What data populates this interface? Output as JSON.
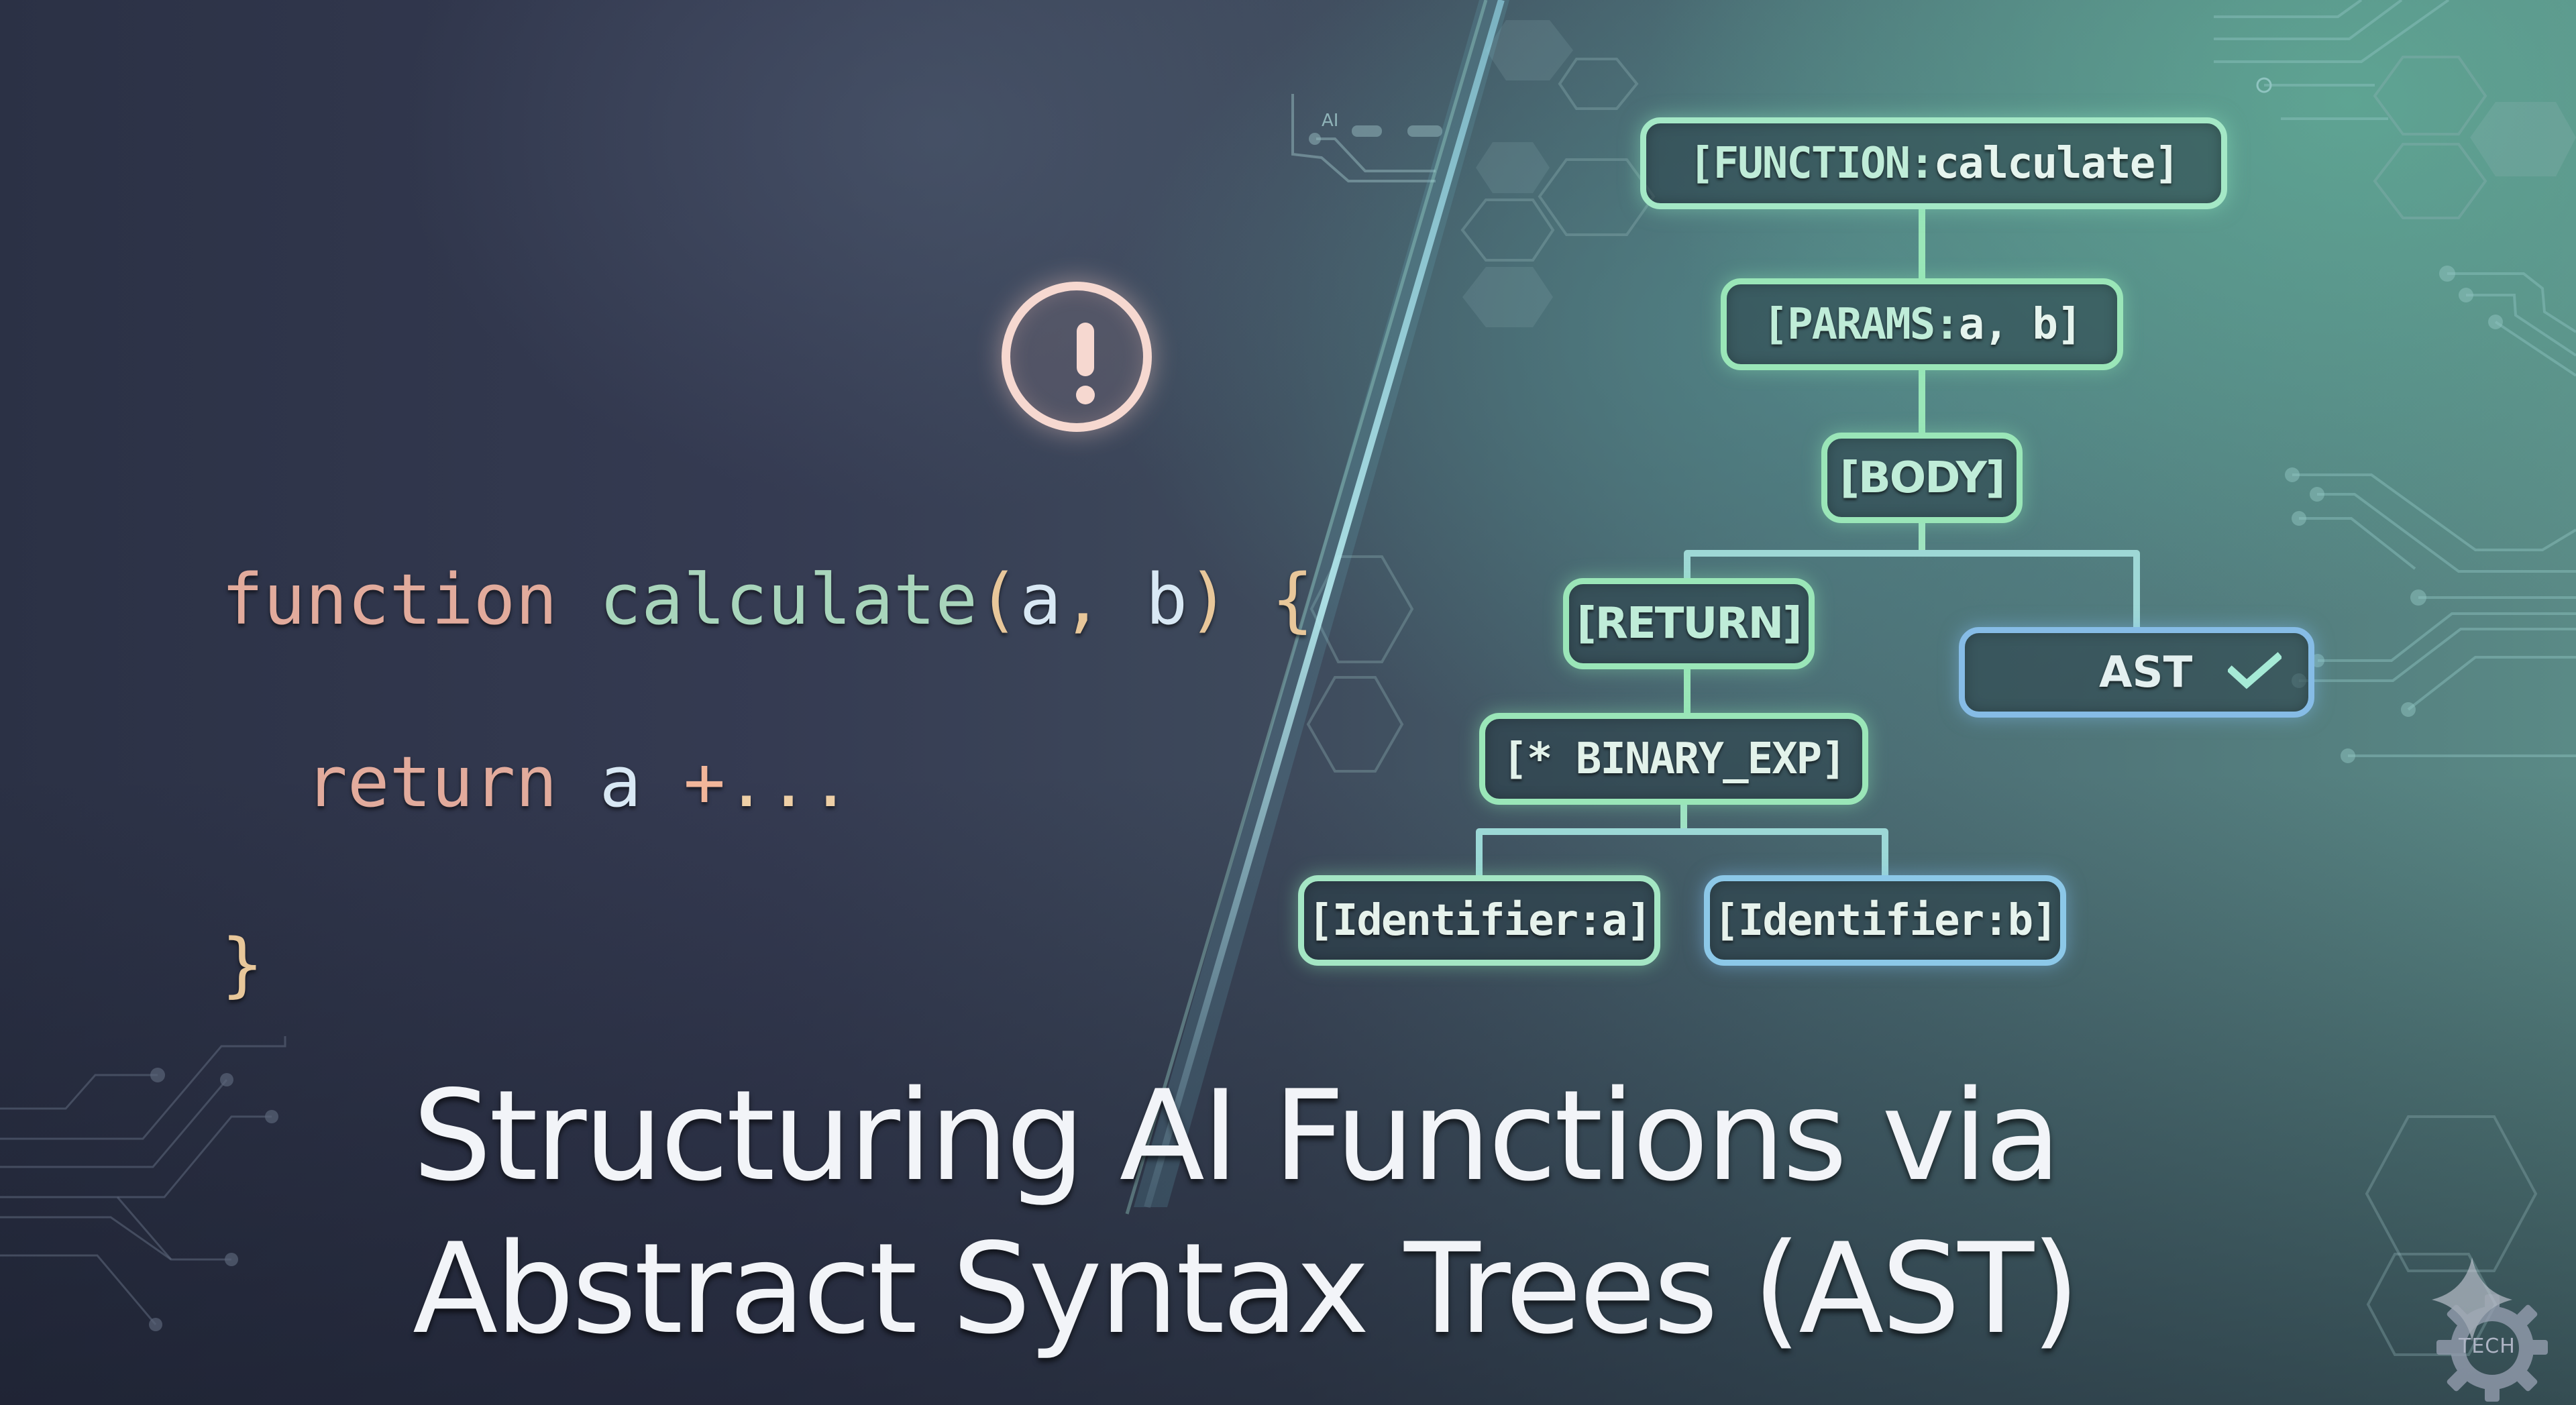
{
  "code": {
    "line1": {
      "keyword": "function",
      "name": "calculate",
      "open_paren": "(",
      "param_a": "a",
      "comma": ",",
      "param_b": "b",
      "close_paren": ")",
      "brace": "{"
    },
    "line2": {
      "keyword": "return",
      "var": "a",
      "op": "+",
      "ellipsis": "..."
    },
    "line3": {
      "brace": "}"
    }
  },
  "warning": {
    "icon": "exclamation-circle-icon",
    "color": "#f6d8d0"
  },
  "tree": {
    "function_node": {
      "label": "[FUNCTION:",
      "value": " calculate]"
    },
    "params_node": {
      "label": "[PARAMS:",
      "value": " a, b]"
    },
    "body_node": {
      "label": "[BODY]"
    },
    "return_node": {
      "label": "[RETURN]"
    },
    "ast_node": {
      "label": "AST",
      "icon": "check-icon"
    },
    "binary_node": {
      "label": "[* BINARY_EXP]"
    },
    "identifier_a": {
      "label": "[Identifier:",
      "value": " a]"
    },
    "identifier_b": {
      "label": "[Identifier:",
      "value": " b]"
    }
  },
  "decor": {
    "ai_mark": "AI"
  },
  "title": {
    "line1": "Structuring AI Functions via",
    "line2": "Abstract Syntax Trees (AST)"
  },
  "logo": {
    "text": "TECH"
  },
  "colors": {
    "node_green": "#9ae6b8",
    "node_blue": "#8cc8e8",
    "keyword": "#e2ab9c",
    "function_name": "#a8d5bb",
    "paren": "#e8c79a",
    "variable": "#d8e8f4"
  }
}
